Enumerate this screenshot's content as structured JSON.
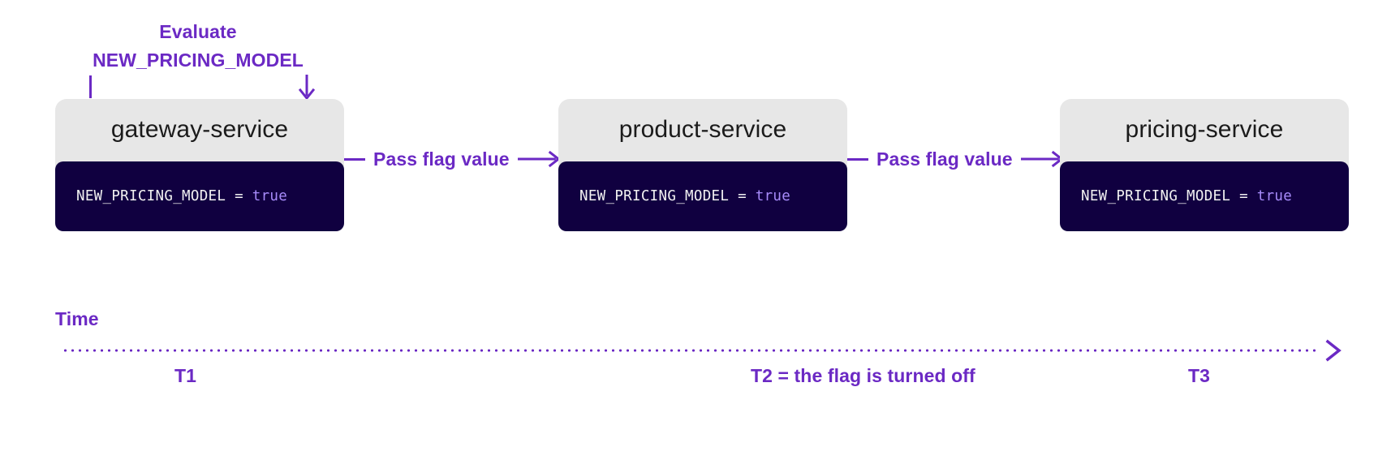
{
  "diagram": {
    "title": "Feature flag value propagation across services over time",
    "colors": {
      "accent_purple": "#6b29c4",
      "card_header_bg": "#e7e7e7",
      "code_bg": "#100040",
      "code_text": "#f2f2f2",
      "code_value": "#a78bfa",
      "page_bg": "#ffffff"
    }
  },
  "annotation": {
    "line1": "Evaluate",
    "line2": "NEW_PRICING_MODEL",
    "tick_icon": "vertical-tick-icon",
    "arrow_icon": "arrow-down-icon"
  },
  "services": [
    {
      "name": "gateway-service",
      "code": {
        "flag": "NEW_PRICING_MODEL",
        "operator": "=",
        "value": "true"
      }
    },
    {
      "name": "product-service",
      "code": {
        "flag": "NEW_PRICING_MODEL",
        "operator": "=",
        "value": "true"
      }
    },
    {
      "name": "pricing-service",
      "code": {
        "flag": "NEW_PRICING_MODEL",
        "operator": "=",
        "value": "true"
      }
    }
  ],
  "connectors": [
    {
      "label": "Pass flag value",
      "arrow_icon": "arrow-right-icon"
    },
    {
      "label": "Pass flag value",
      "arrow_icon": "arrow-right-icon"
    }
  ],
  "timeline": {
    "label": "Time",
    "arrow_icon": "arrow-right-icon",
    "ticks": [
      {
        "label": "T1"
      },
      {
        "label": "T2 = the flag is turned off"
      },
      {
        "label": "T3"
      }
    ]
  }
}
